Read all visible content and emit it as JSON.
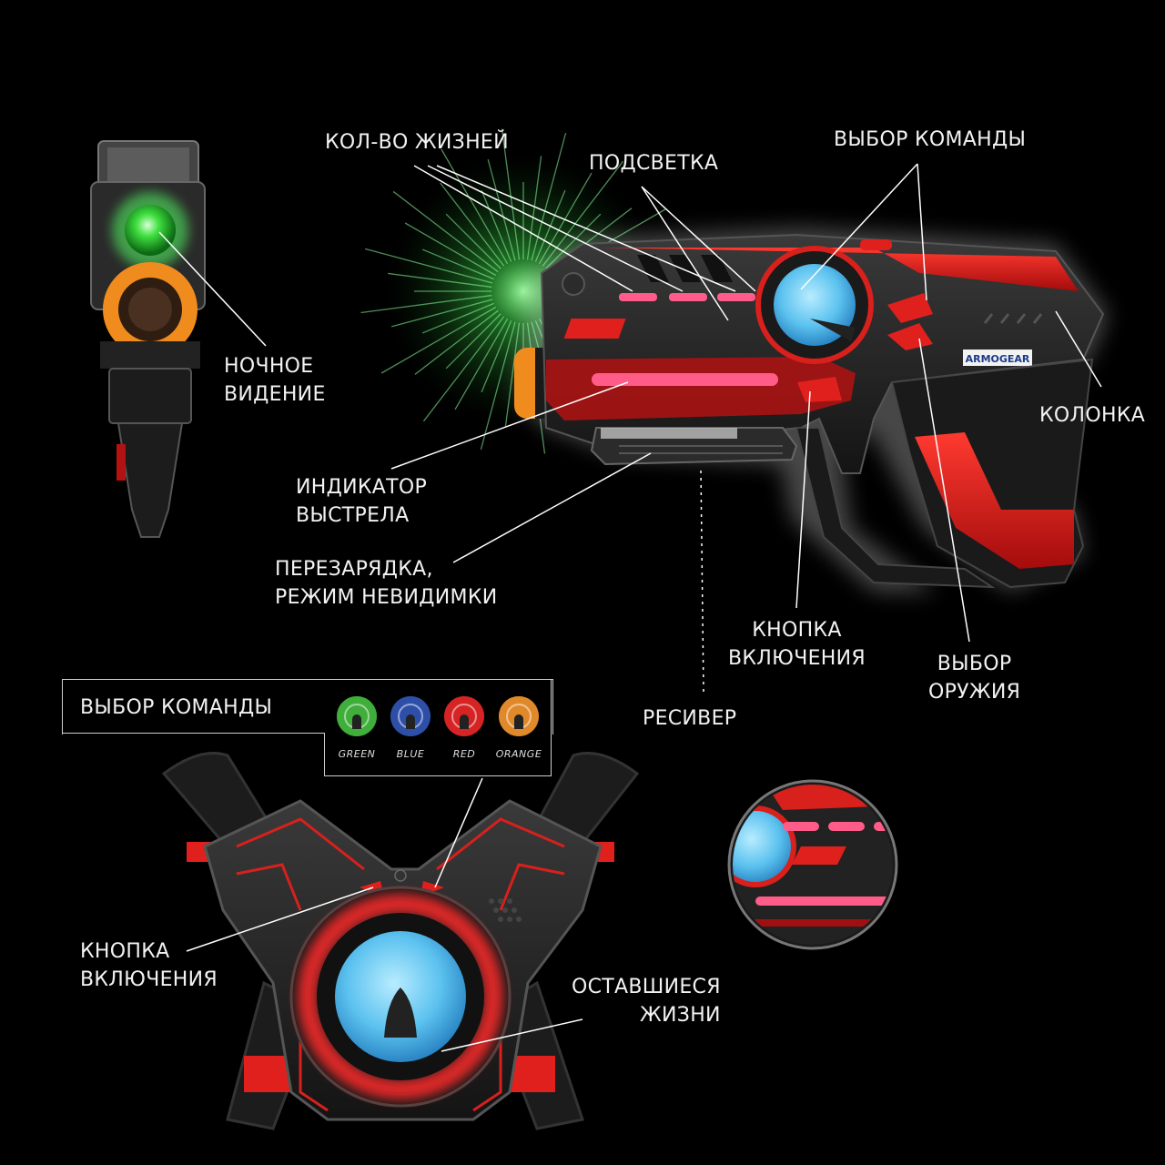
{
  "brand": "ARMOGEAR",
  "gun_labels": {
    "lives_count": "КОЛ-ВО ЖИЗНЕЙ",
    "backlight": "ПОДСВЕТКА",
    "team_select": "ВЫБОР КОМАНДЫ",
    "speaker": "КОЛОНКА",
    "night_vision": [
      "НОЧНОЕ",
      "ВИДЕНИЕ"
    ],
    "shot_indicator": [
      "ИНДИКАТОР",
      "ВЫСТРЕЛА"
    ],
    "reload": [
      "ПЕРЕЗАРЯДКА,",
      "РЕЖИМ НЕВИДИМКИ"
    ],
    "power_button": [
      "КНОПКА",
      "ВКЛЮЧЕНИЯ"
    ],
    "weapon_select": [
      "ВЫБОР",
      "ОРУЖИЯ"
    ],
    "receiver": "РЕСИВЕР"
  },
  "vest_labels": {
    "team_select": "ВЫБОР КОМАНДЫ",
    "power_button": [
      "КНОПКА",
      "ВКЛЮЧЕНИЯ"
    ],
    "remaining_lives": [
      "ОСТАВШИЕСЯ",
      "ЖИЗНИ"
    ]
  },
  "teams": [
    {
      "name": "GREEN",
      "color": "#3fae3a"
    },
    {
      "name": "BLUE",
      "color": "#2e4fa8"
    },
    {
      "name": "RED",
      "color": "#d62424"
    },
    {
      "name": "ORANGE",
      "color": "#e0892a"
    }
  ],
  "colors": {
    "accent_red": "#e0201c",
    "lens_blue": "#6ec8f0",
    "glow_green": "#55ff66",
    "led_pink": "#ff5c8a",
    "lens_orange": "#f08c1e"
  }
}
